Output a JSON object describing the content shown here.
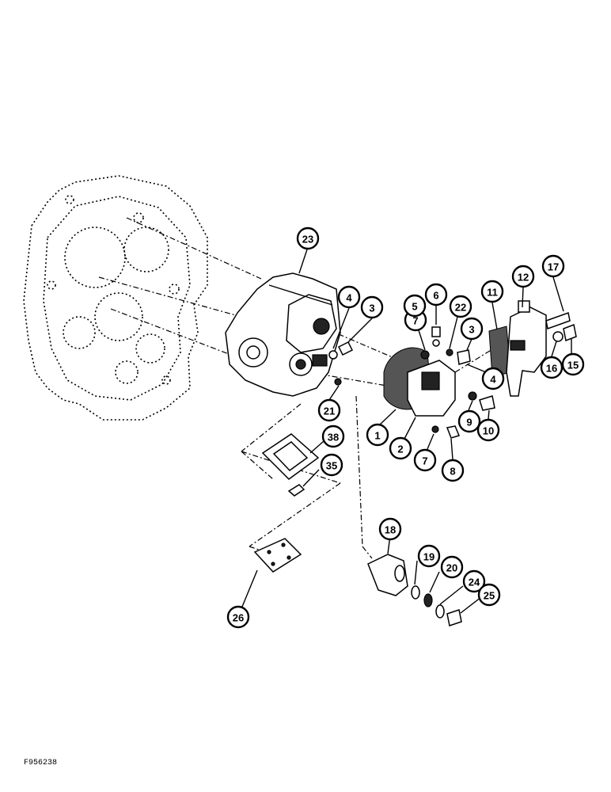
{
  "figure_code": "F956238",
  "callouts": [
    "23",
    "4",
    "3",
    "7",
    "6",
    "5",
    "22",
    "3",
    "11",
    "12",
    "17",
    "21",
    "1",
    "2",
    "7",
    "8",
    "9",
    "10",
    "4",
    "16",
    "15",
    "38",
    "35",
    "18",
    "19",
    "20",
    "24",
    "25",
    "26"
  ]
}
